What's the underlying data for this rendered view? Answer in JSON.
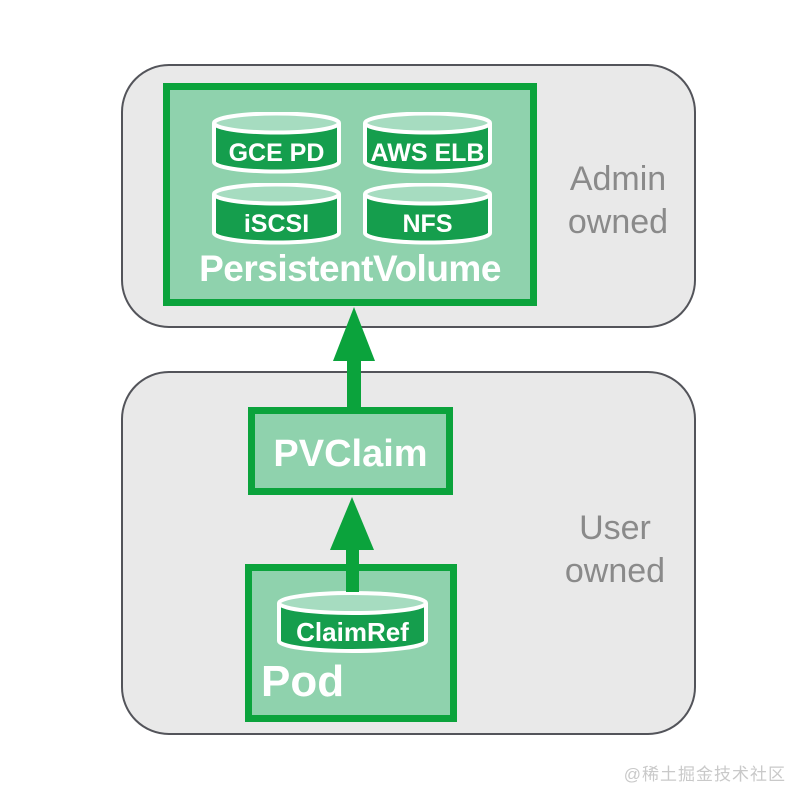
{
  "diagram": {
    "admin_group": {
      "owner_lines": [
        "Admin",
        "owned"
      ],
      "persistent_volume": {
        "title": "PersistentVolume",
        "volumes": [
          "GCE PD",
          "AWS ELB",
          "iSCSI",
          "NFS"
        ]
      }
    },
    "user_group": {
      "owner_lines": [
        "User",
        "owned"
      ],
      "pvclaim_label": "PVClaim",
      "pod": {
        "title": "Pod",
        "claim_ref_label": "ClaimRef"
      }
    },
    "colors": {
      "green_border": "#0ba33c",
      "green_cylinder": "#159e4d",
      "green_box_fill": "#8fd2ad",
      "cylinder_top_fill": "#a6dcc0",
      "container_fill": "#e9e9e9",
      "container_border": "#53545a",
      "owner_text": "#8a8a8a"
    },
    "watermark": "@稀土掘金技术社区"
  }
}
